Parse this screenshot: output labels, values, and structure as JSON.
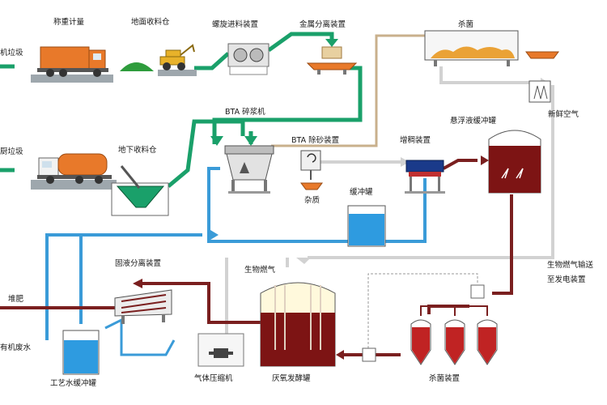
{
  "colors": {
    "feed_line": "#1aa06a",
    "water_line": "#3a9bd8",
    "sludge_line": "#7a1f1f",
    "gas_line": "#c8c8c8",
    "tan_line": "#c9b08c",
    "liquid_red": "#7d1414",
    "liquid_blue": "#2e9be0",
    "truck_orange": "#e8792a"
  },
  "icons": {
    "truck": "truck-icon",
    "tank": "tank-icon",
    "crusher": "crusher-icon",
    "hopper": "hopper-icon",
    "magnet": "magnet-icon",
    "conveyor": "conveyor-icon"
  },
  "labels": {
    "weighing": "称重计量",
    "ground_bin": "地面收料仓",
    "crush_feed": "螺旋进料装置",
    "metal_sep": "金属分离装置",
    "sterilize_top": "杀菌",
    "fresh_air": "新鲜空气",
    "garbage_top": "机垃圾",
    "kitchen_garbage": "厨垃圾",
    "underground_bin": "地下收料仓",
    "bta_pulper": "BTA 碎浆机",
    "bta_grit": "BTA 除砂装置",
    "thickening": "增稠装置",
    "suspension_tank": "悬浮液缓冲罐",
    "impurity": "杂质",
    "buffer_tank": "缓冲罐",
    "solid_liquid": "固液分离装置",
    "biogas": "生物燃气",
    "biogas_out": "生物燃气输送",
    "to_power": "至发电装置",
    "manure": "堆肥",
    "organic_water": "有机废水",
    "process_tank": "工艺水缓冲罐",
    "gas_compressor": "气体压缩机",
    "anaerobic": "厌氧发酵罐",
    "sterilizer": "杀菌装置"
  }
}
